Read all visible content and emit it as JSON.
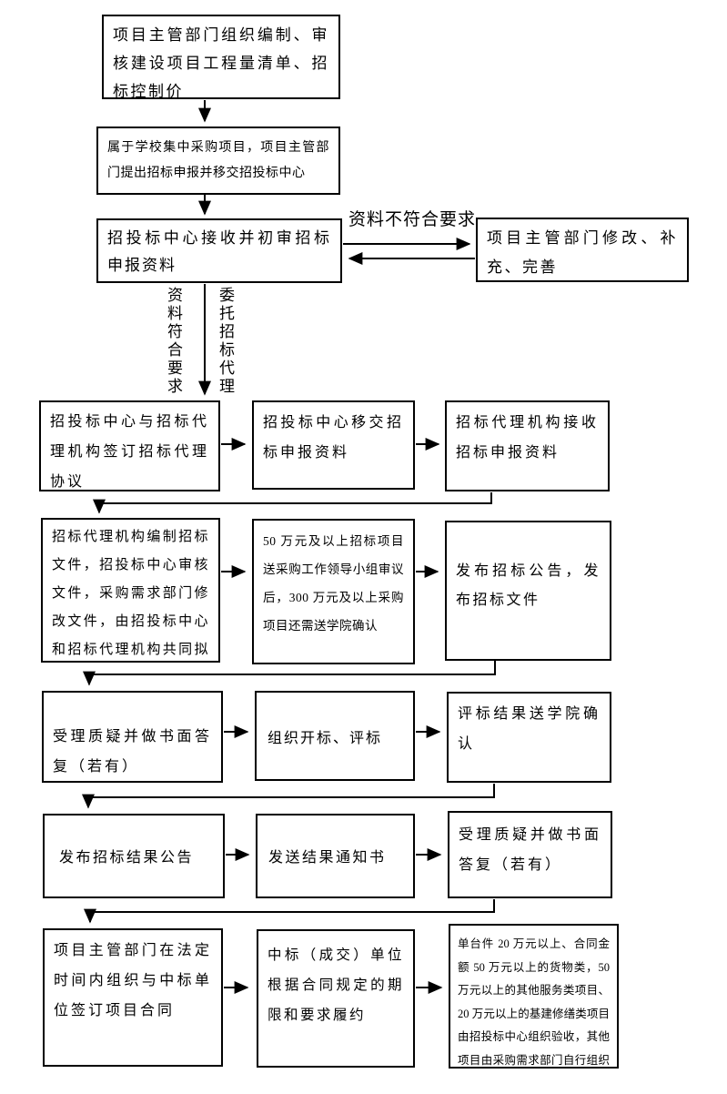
{
  "page": {
    "background_color": "#ffffff",
    "line_color": "#000000"
  },
  "nodes": {
    "n1": "项目主管部门组织编制、审核建设项目工程量清单、招标控制价",
    "n2": "属于学校集中采购项目，项目主管部门提出招标申报并移交招投标中心",
    "n3": "招投标中心接收并初审招标申报资料",
    "n4": "项目主管部门修改、补充、完善",
    "n5": "招投标中心与招标代理机构签订招标代理协议",
    "n6": "招投标中心移交招标申报资料",
    "n7": "招标代理机构接收招标申报资料",
    "n8": "招标代理机构编制招标文件，招投标中心审核文件，采购需求部门修改文件，由招投标中心和招标代理机构共同拟定招标文件定稿。",
    "n9": "50 万元及以上招标项目送采购工作领导小组审议后，300 万元及以上采购项目还需送学院确认",
    "n10": "发布招标公告，发布招标文件",
    "n11": "受理质疑并做书面答复（若有）",
    "n12": "组织开标、评标",
    "n13": "评标结果送学院确认",
    "n14": "发布招标结果公告",
    "n15": "发送结果通知书",
    "n16": "受理质疑并做书面答复（若有）",
    "n17": "项目主管部门在法定时间内组织与中标单位签订项目合同",
    "n18": "中标（成交）单位根据合同规定的期限和要求履约",
    "n19": "单台件 20 万元以上、合同金额 50 万元以上的货物类，50 万元以上的其他服务类项目、20 万元以上的基建修缮类项目由招投标中心组织验收，其他项目由采购需求部门自行组织验收"
  },
  "labels": {
    "mismatch": "资料不符合要求",
    "match": "资料符合要求",
    "entrust": "委托招标代理"
  }
}
